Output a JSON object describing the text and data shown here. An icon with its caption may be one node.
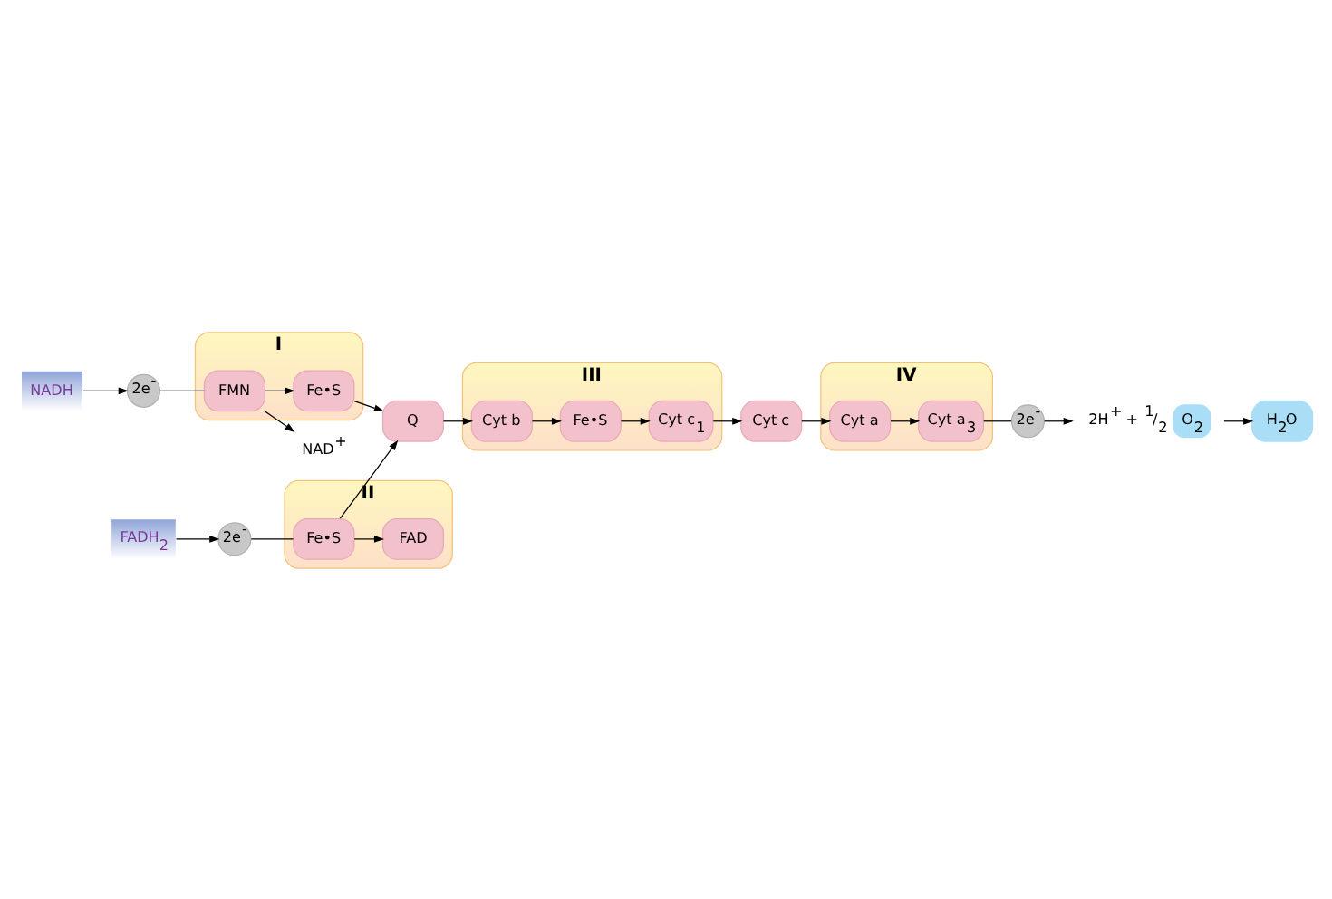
{
  "diagram": {
    "nodes": [
      {
        "text": [
          "NADH"
        ]
      },
      {
        "text": [
          "2e$^{-}$"
        ]
      },
      {
        "text": [
          "NAD$^{+}$"
        ]
      },
      {
        "text": [
          "I"
        ]
      },
      {
        "text": [
          "FMN"
        ],
        "in": 3
      },
      {
        "text": [
          "Fe•S"
        ],
        "in": 3
      },
      {
        "text": [
          "FADH$_{2}$"
        ]
      },
      {
        "text": [
          "2e$^{-}$"
        ]
      },
      {
        "text": [
          "II"
        ]
      },
      {
        "text": [
          "FAD"
        ],
        "in": 8
      },
      {
        "text": [
          "Fe•S"
        ],
        "in": 8
      },
      {
        "text": [
          "Q"
        ]
      },
      {
        "text": [
          "III"
        ]
      },
      {
        "text": [
          "Cyt b"
        ],
        "in": 12
      },
      {
        "text": [
          "Fe•S"
        ],
        "in": 12
      },
      {
        "text": [
          "Cyt c$_{1}$"
        ],
        "in": 12
      },
      {
        "text": [
          "Cyt c"
        ]
      },
      {
        "text": [
          "IV"
        ]
      },
      {
        "text": [
          "Cyt a"
        ],
        "in": 17
      },
      {
        "text": [
          "Cyt a$_{3}$"
        ],
        "in": 17
      },
      {
        "text": [
          "2e$^{-}$"
        ]
      },
      {
        "text": [
          "O$_{2}$"
        ],
        "beside": [
          "2H$^{+}$ + $^{1}$/$_{2}$"
        ]
      },
      {
        "text": [
          "H$_{2}$O"
        ]
      }
    ],
    "edges": [
      {
        "from": 0,
        "to": 1,
        "arrow": "to"
      },
      {
        "from": 1,
        "to": 4,
        "arrow": "none"
      },
      {
        "from": 4,
        "to": 2,
        "arrow": "to"
      },
      {
        "from": 4,
        "to": 5,
        "arrow": "to"
      },
      {
        "from": 5,
        "to": 11,
        "arrow": "to"
      },
      {
        "from": 6,
        "to": 7,
        "arrow": "to"
      },
      {
        "from": 7,
        "to": 10,
        "arrow": "none"
      },
      {
        "from": 10,
        "to": 9,
        "arrow": "to"
      },
      {
        "from": 10,
        "to": 11,
        "arrow": "to"
      },
      {
        "from": 11,
        "to": 13,
        "arrow": "to"
      },
      {
        "from": 13,
        "to": 14,
        "arrow": "to"
      },
      {
        "from": 14,
        "to": 15,
        "arrow": "to"
      },
      {
        "from": 15,
        "to": 16,
        "arrow": "to"
      },
      {
        "from": 16,
        "to": 18,
        "arrow": "to"
      },
      {
        "from": 18,
        "to": 19,
        "arrow": "to"
      },
      {
        "from": 19,
        "to": 20,
        "arrow": "none"
      },
      {
        "from": 20,
        "to": 21,
        "arrow": "to"
      },
      {
        "from": 21,
        "to": 22,
        "arrow": "to"
      }
    ]
  }
}
